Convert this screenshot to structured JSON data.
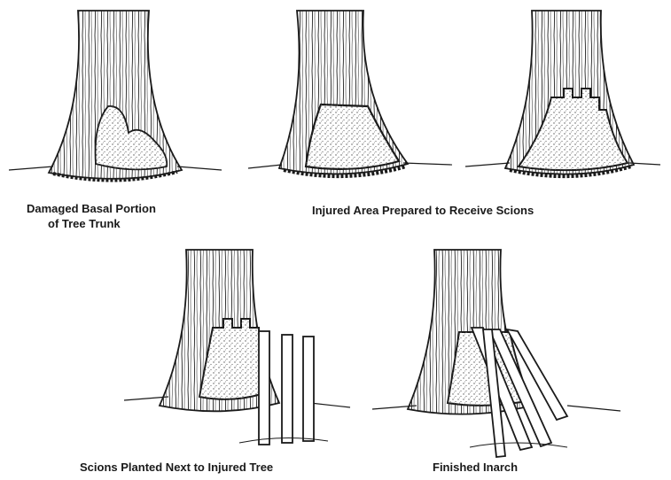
{
  "captions": {
    "damaged_line1": "Damaged Basal Portion",
    "damaged_line2": "of Tree Trunk",
    "prepared": "Injured Area Prepared to Receive Scions",
    "scions_planted": "Scions Planted Next to Injured Tree",
    "finished": "Finished Inarch"
  },
  "colors": {
    "ink": "#1a1a1a",
    "paper": "#ffffff",
    "stipple": "#555555"
  }
}
